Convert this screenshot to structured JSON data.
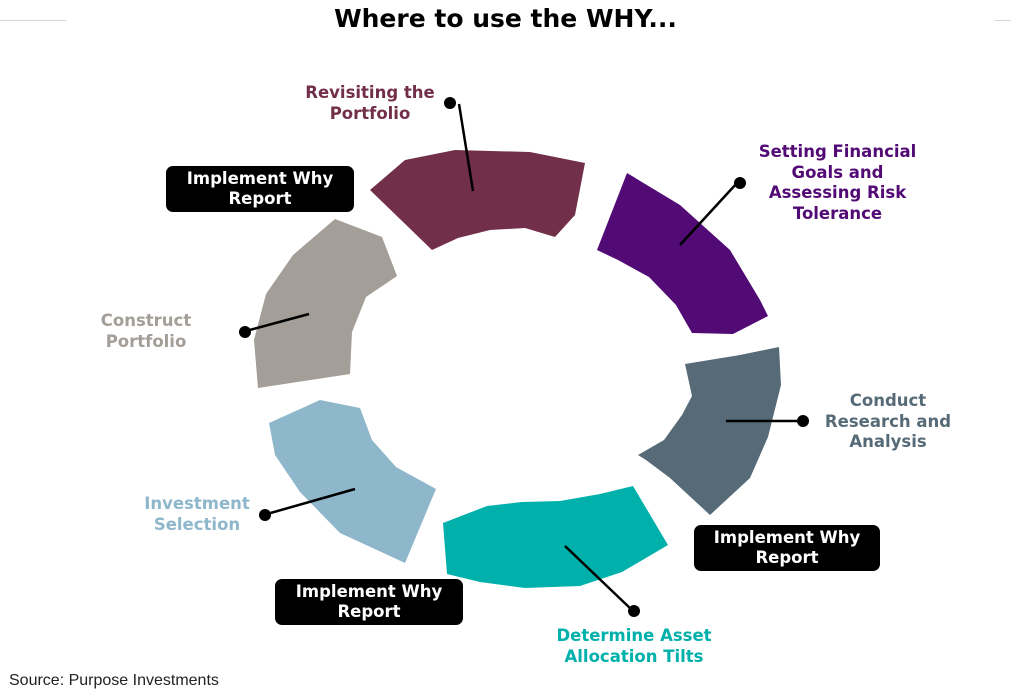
{
  "title": "Where to use the WHY...",
  "source": "Source: Purpose Investments",
  "stages": [
    {
      "label": "Revisiting the Portfolio",
      "lines": [
        "Revisiting the",
        "Portfolio"
      ],
      "color": "#722F49"
    },
    {
      "label": "Setting Financial Goals and Assessing Risk Tolerance",
      "lines": [
        "Setting Financial",
        "Goals and",
        "Assessing Risk",
        "Tolerance"
      ],
      "color": "#520A75"
    },
    {
      "label": "Conduct Research and Analysis",
      "lines": [
        "Conduct",
        "Research and",
        "Analysis"
      ],
      "color": "#566B77"
    },
    {
      "label": "Determine Asset Allocation Tilts",
      "lines": [
        "Determine Asset",
        "Allocation Tilts"
      ],
      "color": "#00B0AB"
    },
    {
      "label": "Investment Selection",
      "lines": [
        "Investment",
        "Selection"
      ],
      "color": "#8EB7CB"
    },
    {
      "label": "Construct Portfolio",
      "lines": [
        "Construct",
        "Portfolio"
      ],
      "color": "#A39E97"
    }
  ],
  "report_pills": [
    {
      "lines": [
        "Implement Why",
        "Report"
      ]
    },
    {
      "lines": [
        "Implement Why",
        "Report"
      ]
    },
    {
      "lines": [
        "Implement Why",
        "Report"
      ]
    }
  ]
}
